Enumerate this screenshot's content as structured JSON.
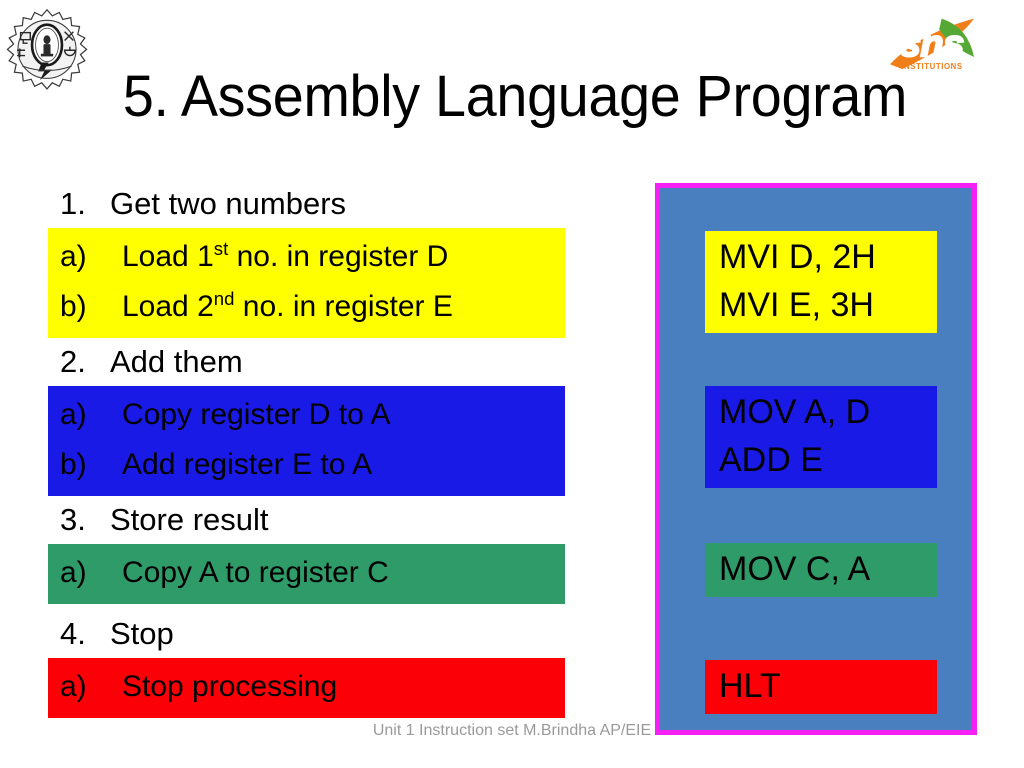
{
  "slide": {
    "title": "5. Assembly Language Program",
    "footer": "Unit 1 Instruction set M.Brindha AP/EIE"
  },
  "logos": {
    "left": {
      "name": "gear-emblem-logo",
      "alt": "College gear emblem"
    },
    "right": {
      "name": "sns-institutions-logo",
      "text": "sns",
      "subtext": "INSTITUTIONS",
      "orange": "#F07F1A",
      "green": "#56A834"
    }
  },
  "colors": {
    "yellow": "#FFFF00",
    "blue": "#1A1AE6",
    "green": "#2E9B68",
    "red": "#FB0007",
    "panel_fill": "#4A7FBF",
    "panel_border": "#F420F4",
    "footer_text": "#9a9a9a"
  },
  "steps": [
    {
      "marker": "1.",
      "title": "Get two numbers",
      "highlight": "yellow",
      "substeps": [
        {
          "marker": "a)",
          "text_before": "Load 1",
          "sup": "st",
          "text_after": " no. in register D"
        },
        {
          "marker": "b)",
          "text_before": "Load 2",
          "sup": "nd",
          "text_after": " no. in register E"
        }
      ]
    },
    {
      "marker": "2.",
      "title": "Add them",
      "highlight": "blue",
      "substeps": [
        {
          "marker": "a)",
          "text_before": "Copy register D to A",
          "sup": "",
          "text_after": ""
        },
        {
          "marker": "b)",
          "text_before": "Add register E to A",
          "sup": "",
          "text_after": ""
        }
      ]
    },
    {
      "marker": "3.",
      "title": "Store result",
      "highlight": "green",
      "substeps": [
        {
          "marker": "a)",
          "text_before": "Copy A to register C",
          "sup": "",
          "text_after": ""
        }
      ]
    },
    {
      "marker": "4.",
      "title": "Stop",
      "highlight": "red",
      "substeps": [
        {
          "marker": "a)",
          "text_before": "Stop processing",
          "sup": "",
          "text_after": ""
        }
      ]
    }
  ],
  "code_panel": {
    "blocks": [
      {
        "highlight": "yellow",
        "lines": [
          "MVI D, 2H",
          "MVI E, 3H"
        ]
      },
      {
        "highlight": "blue",
        "lines": [
          "MOV A, D",
          "ADD E"
        ]
      },
      {
        "highlight": "green",
        "lines": [
          "MOV C, A"
        ]
      },
      {
        "highlight": "red",
        "lines": [
          "HLT"
        ]
      }
    ]
  }
}
